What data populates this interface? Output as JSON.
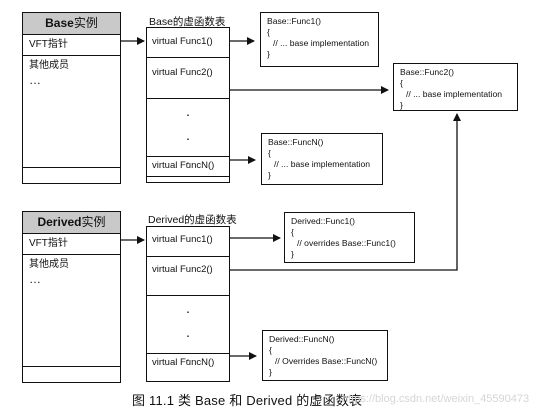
{
  "base_instance": {
    "title_bold": "Base",
    "title_suffix": "实例",
    "rows": [
      "VFT指针",
      "其他成员",
      "…"
    ]
  },
  "base_vtable": {
    "label": "Base的虚函数表",
    "entries": [
      "virtual Func1()",
      "virtual Func2()",
      "virtual FuncN()"
    ],
    "dots": "·"
  },
  "base_impls": {
    "func1": [
      "Base::Func1()",
      "{",
      "// ... base implementation",
      "}"
    ],
    "func2": [
      "Base::Func2()",
      "{",
      "// ... base implementation",
      "}"
    ],
    "funcN": [
      "Base::FuncN()",
      "{",
      "// ... base implementation",
      "}"
    ]
  },
  "derived_instance": {
    "title_bold": "Derived",
    "title_suffix": "实例",
    "rows": [
      "VFT指针",
      "其他成员",
      "…"
    ]
  },
  "derived_vtable": {
    "label": "Derived的虚函数表",
    "entries": [
      "virtual Func1()",
      "virtual Func2()",
      "virtual FuncN()"
    ],
    "dots": "·"
  },
  "derived_impls": {
    "func1": [
      "Derived::Func1()",
      "{",
      "// overrides Base::Func1()",
      "}"
    ],
    "funcN": [
      "Derived::FuncN()",
      "{",
      "// Overrides Base::FuncN()",
      "}"
    ]
  },
  "caption": "图 11.1   类 Base 和 Derived 的虚函数表",
  "watermark": "https://blog.csdn.net/weixin_45590473"
}
